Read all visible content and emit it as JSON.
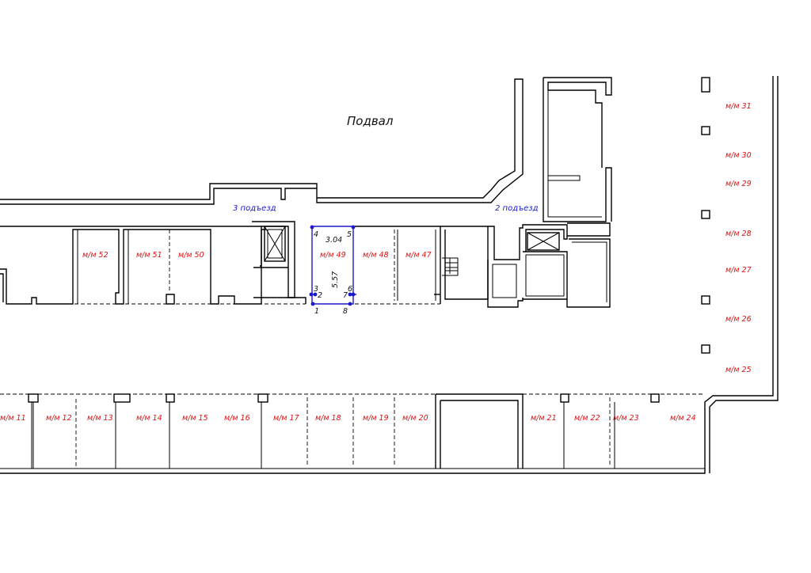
{
  "title": "Подвал",
  "entrances": [
    {
      "label": "3 подъезд"
    },
    {
      "label": "2 подъезд"
    }
  ],
  "spaces_row_middle": [
    "м/м 52",
    "м/м 51",
    "м/м 50",
    "м/м 49",
    "м/м 48",
    "м/м 47"
  ],
  "spaces_right": [
    "м/м 31",
    "м/м 30",
    "м/м 29",
    "м/м 28",
    "м/м 27",
    "м/м 26",
    "м/м 25"
  ],
  "spaces_bottom": [
    "м/м 11",
    "м/м 12",
    "м/м 13",
    "м/м 14",
    "м/м 15",
    "м/м 16",
    "м/м 17",
    "м/м 18",
    "м/м 19",
    "м/м 20",
    "м/м 21",
    "м/м 22",
    "м/м 23",
    "м/м 24"
  ],
  "selected_space": {
    "width_label": "3.04",
    "length_label": "5.57",
    "points": [
      "1",
      "2",
      "3",
      "4",
      "5",
      "6",
      "7",
      "8"
    ]
  },
  "colors": {
    "walls": "#000000",
    "labels": "#e01010",
    "selection": "#1a1acc"
  }
}
